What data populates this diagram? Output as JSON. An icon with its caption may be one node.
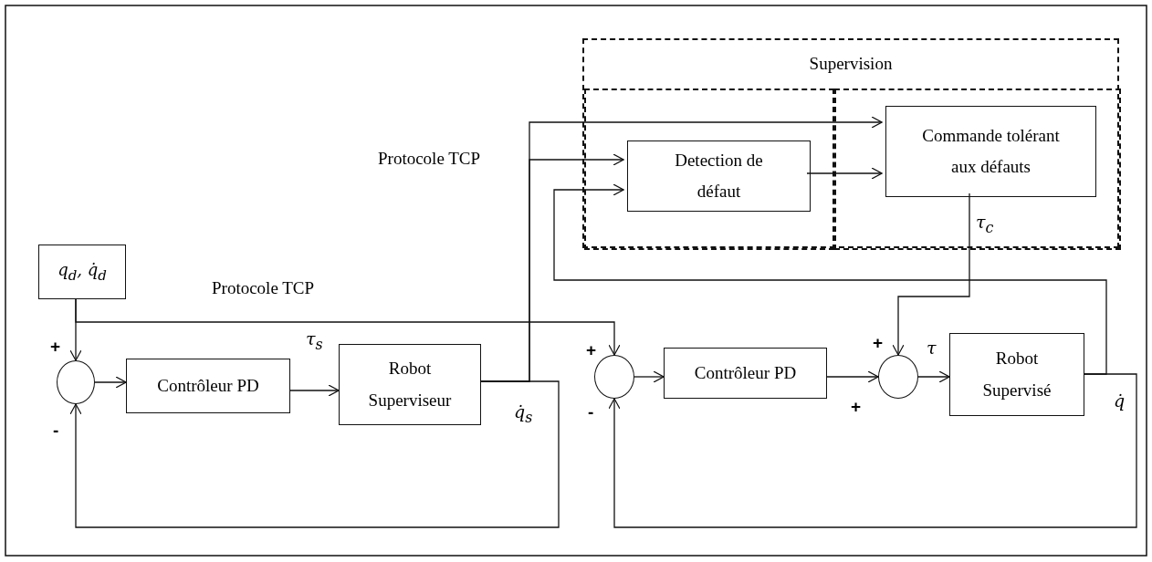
{
  "diagram": {
    "nodes": [
      {
        "text": [
          "Supervision"
        ]
      },
      {
        "text": [],
        "shape": "box",
        "in": 0
      },
      {
        "text": [],
        "shape": "box",
        "in": 0
      },
      {
        "text": [
          "Detection de défaut"
        ],
        "in": 1
      },
      {
        "text": [
          "Commande tolérant aux défauts"
        ],
        "in": 2
      },
      {
        "text": [
          "q$_{d}$, q̇$_{d}$"
        ]
      },
      {
        "text": [],
        "shape": "circle"
      },
      {
        "text": [
          "Contrôleur PD"
        ]
      },
      {
        "text": [
          "Robot Superviseur"
        ]
      },
      {
        "text": [],
        "shape": "circle"
      },
      {
        "text": [
          "Contrôleur PD"
        ]
      },
      {
        "text": [],
        "shape": "circle"
      },
      {
        "text": [
          "Robot Supervisé"
        ]
      }
    ],
    "edges": [
      {
        "from": 5,
        "to": 6,
        "arrow": "to"
      },
      {
        "from": 5,
        "to": 9,
        "arrow": "to",
        "label": "Protocole TCP"
      },
      {
        "from": 6,
        "to": 7,
        "arrow": "to"
      },
      {
        "from": 7,
        "to": 8,
        "arrow": "to",
        "label": "τ$_{s}$"
      },
      {
        "from": 8,
        "to": 6,
        "arrow": "to",
        "label": "q̇$_{s}$"
      },
      {
        "from": 8,
        "to": 4,
        "arrow": "to"
      },
      {
        "from": 8,
        "to": 3,
        "arrow": "to",
        "label": "Protocole TCP"
      },
      {
        "from": 12,
        "to": 3,
        "arrow": "to"
      },
      {
        "from": 3,
        "to": 4,
        "arrow": "to"
      },
      {
        "from": 4,
        "to": 11,
        "arrow": "to",
        "label": "τ$_{c}$"
      },
      {
        "from": 9,
        "to": 10,
        "arrow": "to"
      },
      {
        "from": 10,
        "to": 11,
        "arrow": "to"
      },
      {
        "from": 11,
        "to": 12,
        "arrow": "to",
        "label": "τ"
      },
      {
        "from": 12,
        "to": 9,
        "arrow": "to",
        "label": "q̇"
      }
    ],
    "labels": [
      "+",
      "-",
      "+",
      "-",
      "+",
      "+"
    ]
  }
}
